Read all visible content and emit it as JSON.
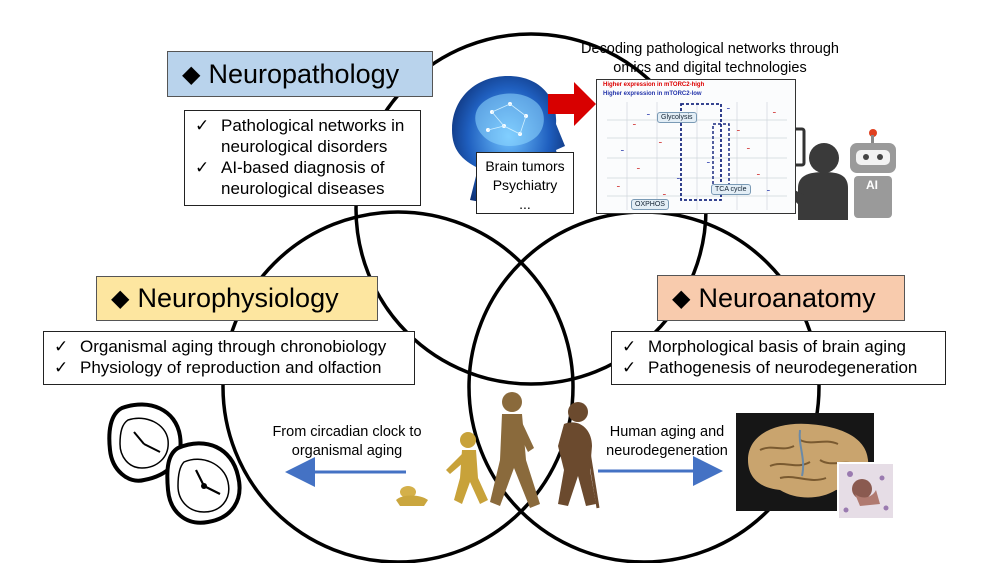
{
  "top_caption": [
    "Decoding pathological networks through",
    "omics and digital technologies"
  ],
  "neuropathology": {
    "title": "Neuropathology",
    "items": [
      "Pathological networks in neurological disorders",
      "AI-based diagnosis of neurological diseases"
    ]
  },
  "neurophysiology": {
    "title": "Neurophysiology",
    "items": [
      "Organismal aging through chronobiology",
      "Physiology of reproduction and olfaction"
    ]
  },
  "neuroanatomy": {
    "title": "Neuroanatomy",
    "items": [
      "Morphological basis of brain aging",
      "Pathogenesis of neurodegeneration"
    ]
  },
  "brain_box": [
    "Brain tumors",
    "Psychiatry",
    "..."
  ],
  "network": {
    "legend_high": "Higher expression in mTORC2-high",
    "legend_low": "Higher expression in mTORC2-low",
    "labels": [
      "Glycolysis",
      "TCA cycle",
      "OXPHOS"
    ]
  },
  "ai_label": "AI",
  "left_caption": [
    "From circadian clock to",
    "organismal aging"
  ],
  "right_caption": [
    "Human aging and",
    "neurodegeneration"
  ],
  "colors": {
    "neuropathology_fill": "#b9d3ec",
    "neurophysiology_fill": "#fde6a0",
    "neuroanatomy_fill": "#f8cbad",
    "arrow_blue": "#4472c4",
    "arrow_red": "#d80000"
  }
}
